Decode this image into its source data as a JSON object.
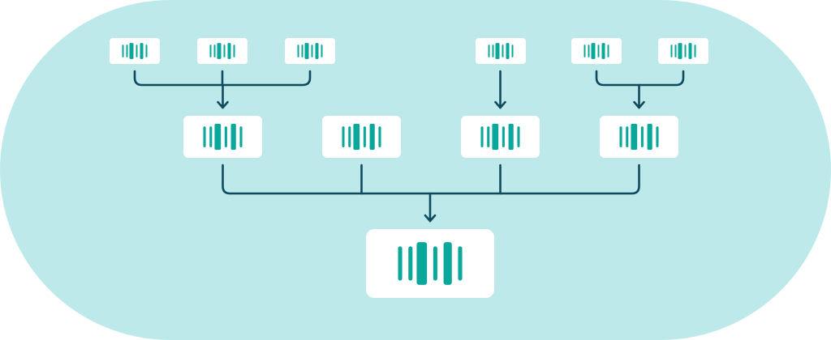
{
  "colors": {
    "background": "#bde9ea",
    "card": "#ffffff",
    "barcode": "#0aa89a",
    "connector": "#0f4a5e"
  },
  "nodes": {
    "top": [
      {
        "id": "t1",
        "icon": "barcode-icon"
      },
      {
        "id": "t2",
        "icon": "barcode-icon"
      },
      {
        "id": "t3",
        "icon": "barcode-icon"
      },
      {
        "id": "t4",
        "icon": "barcode-icon"
      },
      {
        "id": "t5",
        "icon": "barcode-icon"
      },
      {
        "id": "t6",
        "icon": "barcode-icon"
      }
    ],
    "middle": [
      {
        "id": "m1",
        "icon": "barcode-icon"
      },
      {
        "id": "m2",
        "icon": "barcode-icon"
      },
      {
        "id": "m3",
        "icon": "barcode-icon"
      },
      {
        "id": "m4",
        "icon": "barcode-icon"
      }
    ],
    "bottom": [
      {
        "id": "b1",
        "icon": "barcode-icon"
      }
    ]
  },
  "edges": [
    {
      "from": [
        "t1",
        "t2",
        "t3"
      ],
      "to": "m1"
    },
    {
      "from": [
        "t4"
      ],
      "to": "m3"
    },
    {
      "from": [
        "t5",
        "t6"
      ],
      "to": "m4"
    },
    {
      "from": [
        "m1",
        "m2",
        "m3",
        "m4"
      ],
      "to": "b1"
    }
  ]
}
